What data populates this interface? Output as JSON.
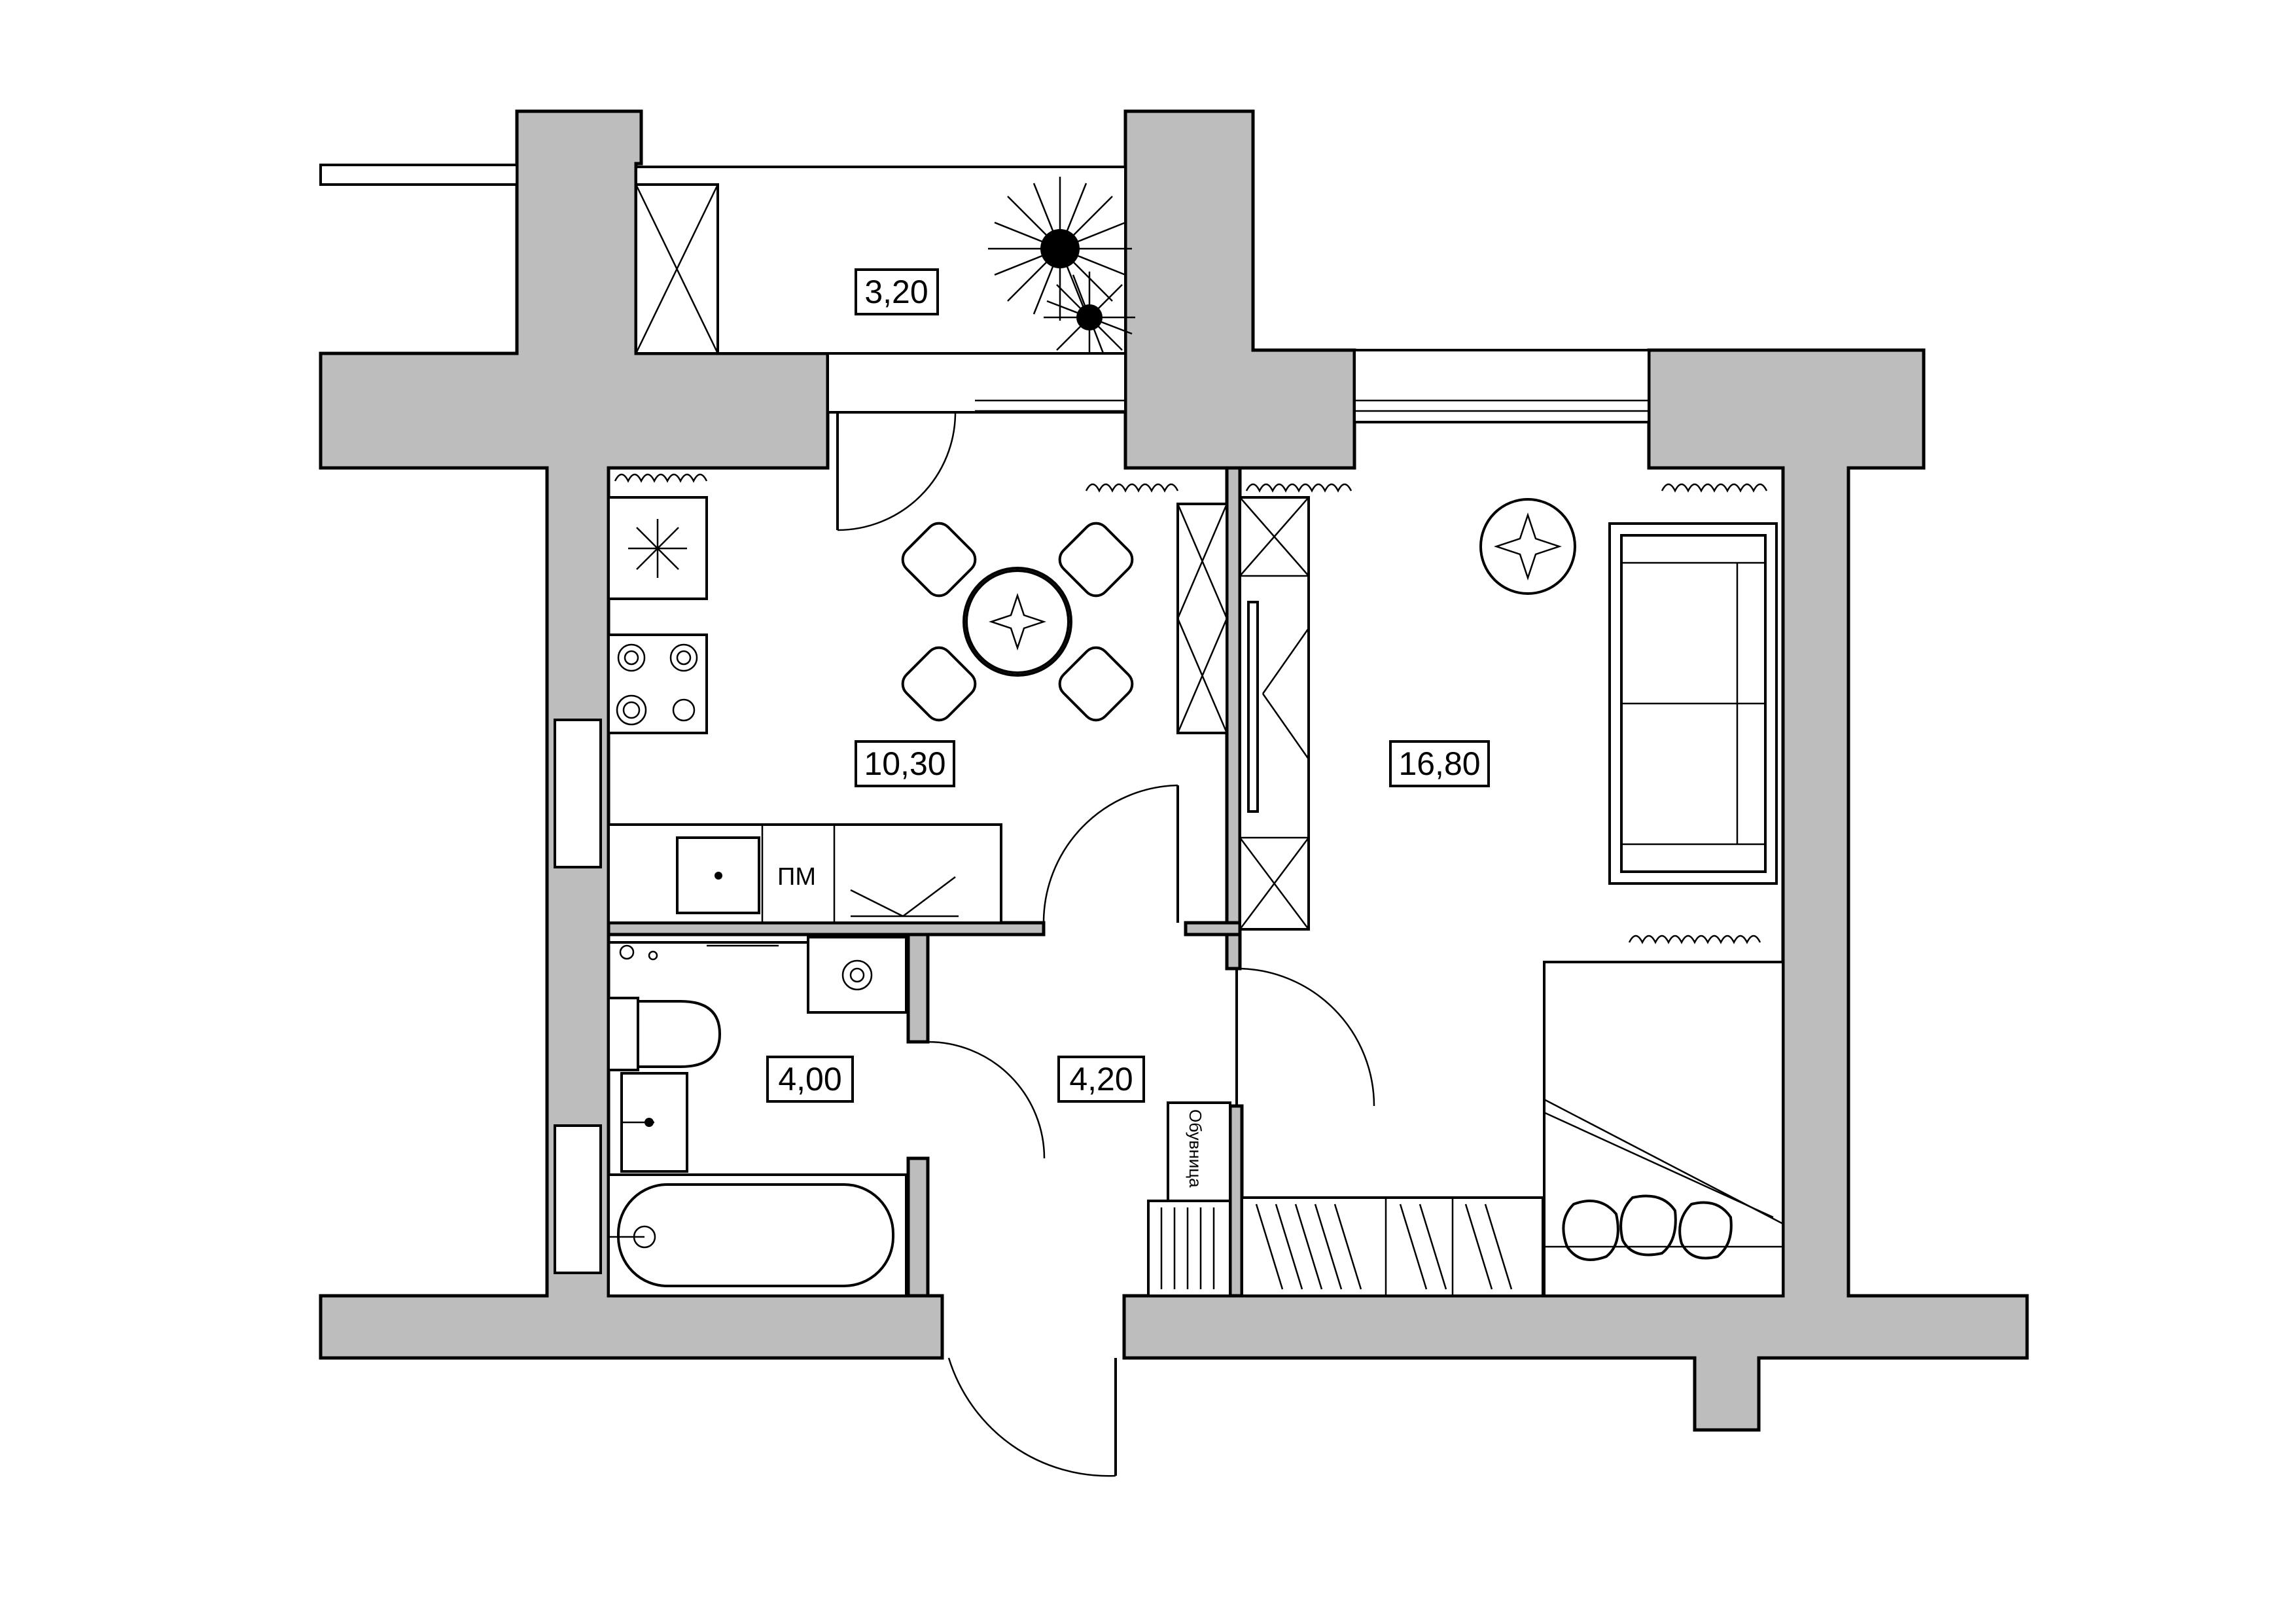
{
  "rooms": [
    {
      "id": "balcony",
      "area": "3,20"
    },
    {
      "id": "kitchen",
      "area": "10,30"
    },
    {
      "id": "living-room",
      "area": "16,80"
    },
    {
      "id": "bathroom",
      "area": "4,00"
    },
    {
      "id": "hallway",
      "area": "4,20"
    }
  ],
  "labels": {
    "dishwasher": "ПМ",
    "shoe_cabinet": "Обувница"
  },
  "colors": {
    "wall_fill": "#bdbdbd",
    "line": "#000000",
    "background": "#ffffff"
  },
  "icons": [
    "plant-icon",
    "cooktop-icon",
    "sink-icon",
    "toilet-icon",
    "bathtub-icon",
    "washing-machine-icon",
    "sofa-icon",
    "bed-icon",
    "dining-table-icon",
    "tv-icon"
  ]
}
